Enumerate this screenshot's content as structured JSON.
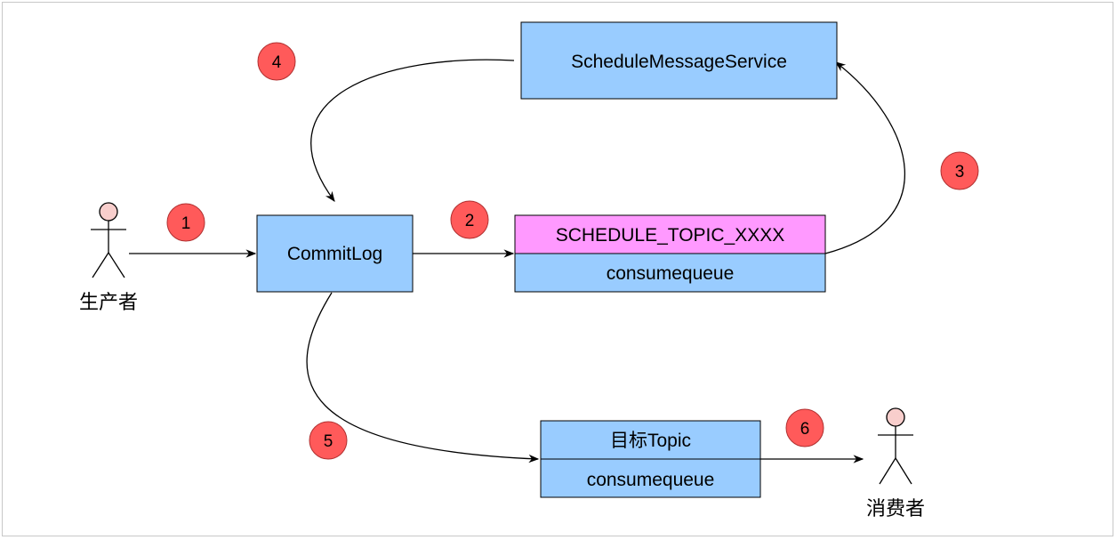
{
  "nodes": {
    "schedule_service": "ScheduleMessageService",
    "commitlog": "CommitLog",
    "schedule_topic": "SCHEDULE_TOPIC_XXXX",
    "schedule_consumequeue": "consumequeue",
    "target_topic": "目标Topic",
    "target_consumequeue": "consumequeue"
  },
  "actors": {
    "producer": "生产者",
    "consumer": "消费者"
  },
  "steps": [
    "1",
    "2",
    "3",
    "4",
    "5",
    "6"
  ],
  "colors": {
    "box_fill": "#99ccff",
    "topic_fill": "#ff99ff",
    "badge_fill": "#ff5a5a",
    "actor_head": "#f8cecc"
  }
}
